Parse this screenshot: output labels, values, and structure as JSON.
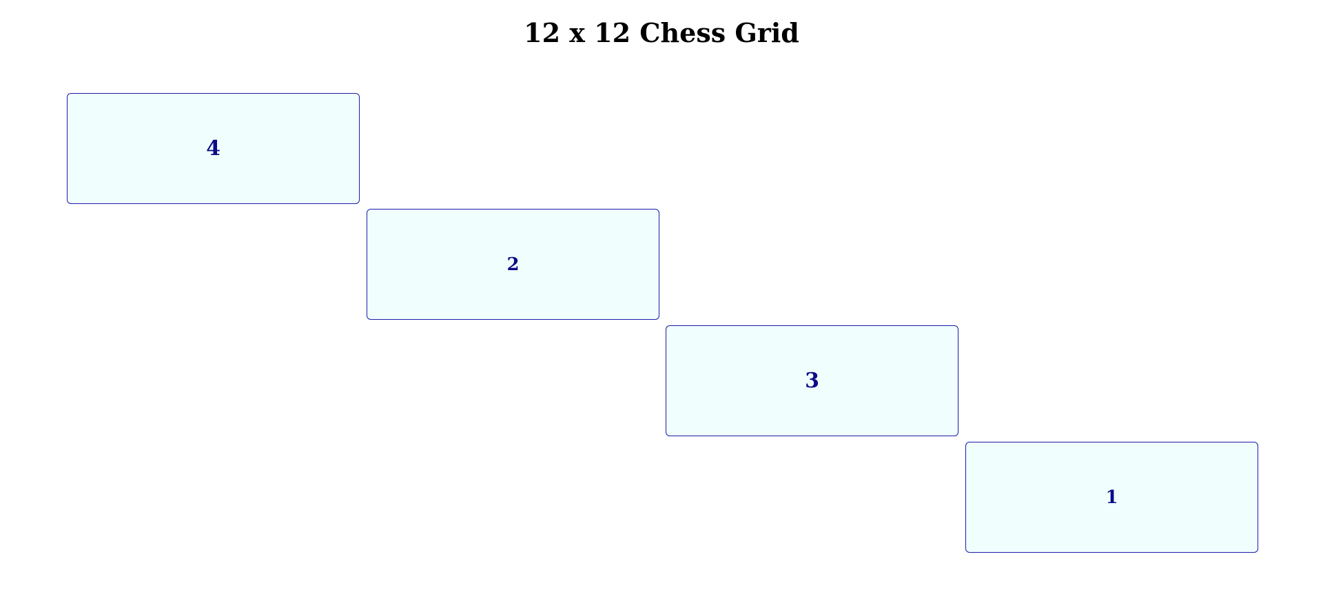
{
  "title": "12 x 12 Chess Grid",
  "cells": [
    {
      "label": "4"
    },
    {
      "label": "2"
    },
    {
      "label": "3"
    },
    {
      "label": "1"
    }
  ],
  "colors": {
    "cell_background": "#f0fffe",
    "cell_border": "#1a1aa8",
    "label_text": "#0c0c86",
    "title_text": "#000000"
  }
}
